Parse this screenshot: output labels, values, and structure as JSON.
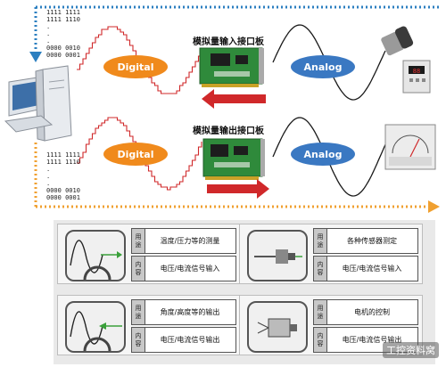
{
  "top": {
    "input_board_title": "模拟量输入接口板",
    "output_board_title": "模拟量输出接口板",
    "digital_label": "Digital",
    "analog_label": "Analog",
    "bits_input": [
      "1111 1111",
      "1111 1110",
      ".",
      ".",
      ".",
      "0000 0010",
      "0000 0001"
    ],
    "bits_output": [
      "1111 1111",
      "1111 1110",
      ".",
      ".",
      ".",
      "0000 0010",
      "0000 0001"
    ],
    "meter_readout": "88"
  },
  "colors": {
    "digital": "#f08a1c",
    "analog": "#3a78c2",
    "arrow": "#d0282a",
    "dotted_blue": "#2c7fc0",
    "dotted_orange": "#f0a030"
  },
  "grid": {
    "tag_use": "用途",
    "tag_content": "内容",
    "cards": [
      {
        "use": "温度/压力等的测量",
        "content": "电压/电流信号输入",
        "icon": "wave-scope-icon"
      },
      {
        "use": "各种传感器测定",
        "content": "电压/电流信号输入",
        "icon": "sensor-probe-icon"
      },
      {
        "use": "角度/高度等的输出",
        "content": "电压/电流信号输出",
        "icon": "wave-scope-icon"
      },
      {
        "use": "电机的控制",
        "content": "电压/电流信号输出",
        "icon": "motor-icon"
      }
    ]
  },
  "watermark": "工控资料窝"
}
